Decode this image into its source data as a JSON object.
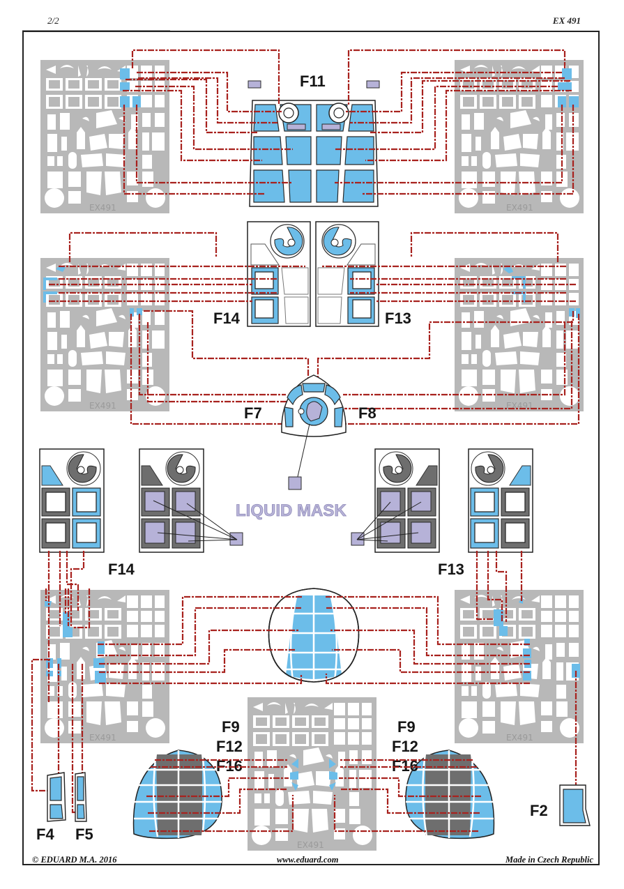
{
  "header": {
    "page_number": "2/2",
    "doc_code": "EX 491"
  },
  "footer": {
    "copyright": "© EDUARD  M.A. 2016",
    "website": "www.eduard.com",
    "made_in": "Made in Czech Republic"
  },
  "sheet_marking": "EX491",
  "labels": {
    "f11": "F11",
    "f14_upper": "F14",
    "f13_upper": "F13",
    "f7": "F7",
    "f8": "F8",
    "f14_lower": "F14",
    "f13_lower": "F13",
    "liquid_mask": "LIQUID MASK",
    "f9_left": "F9",
    "f12_left": "F12",
    "f16_left": "F16",
    "f9_right": "F9",
    "f12_right": "F12",
    "f16_right": "F16",
    "f4": "F4",
    "f5": "F5",
    "f2": "F2"
  },
  "legend_colors": {
    "mask_area": "#6cbde9",
    "mask_sheet": "#b8b8b8",
    "liquid_mask": "#b6b2d8",
    "painted_frame": "#6e6e6e",
    "leader_line": "#a8221e"
  }
}
